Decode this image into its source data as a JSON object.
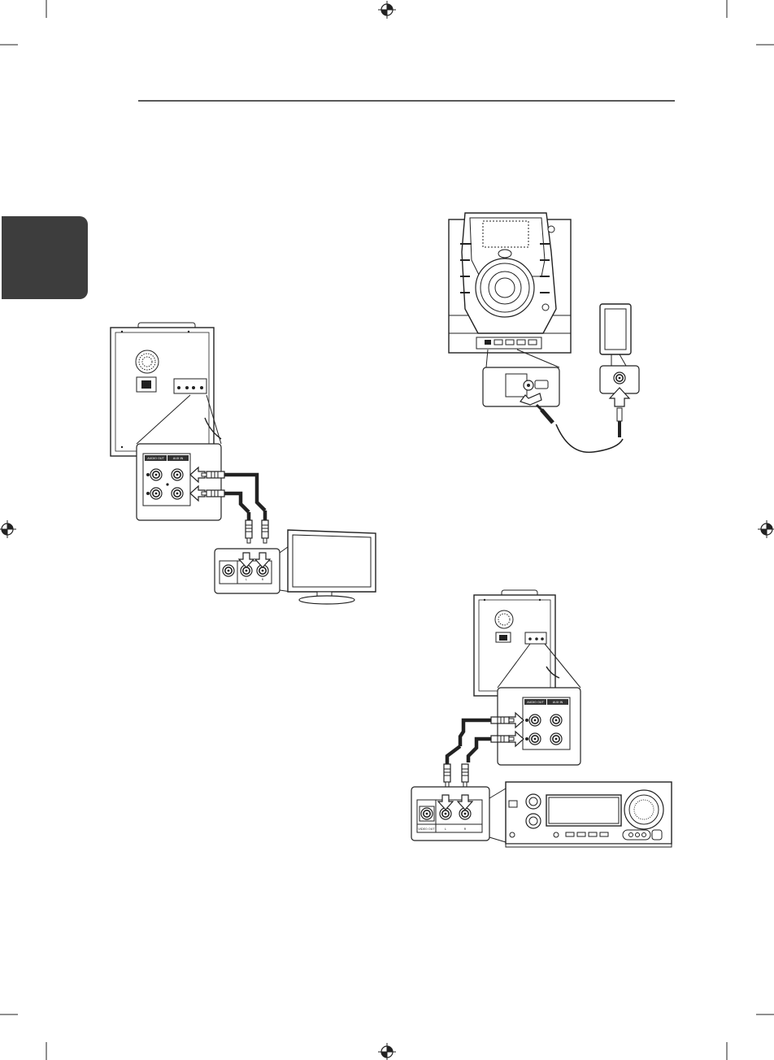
{
  "page": {
    "background": "#ffffff",
    "chapter_tab_color": "#3d3d3d",
    "ink_color": "#222222"
  },
  "figures": {
    "tv_connection": {
      "unit_panel_labels": [
        "AUDIO OUT",
        "AUX IN"
      ],
      "tv_panel_labels": [
        "L",
        "R"
      ]
    },
    "portable_player": {},
    "amplifier_connection": {
      "unit_panel_labels": [
        "AUDIO OUT",
        "AUX IN"
      ],
      "amp_panel_labels": [
        "VIDEO OUT",
        "L",
        "R"
      ]
    }
  }
}
